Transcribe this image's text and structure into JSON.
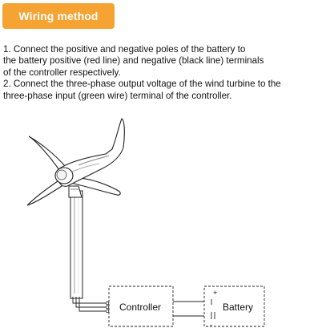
{
  "header": {
    "title": "Wiring method",
    "badge_color": "#f5a332"
  },
  "instructions": {
    "lines": [
      "1. Connect the positive and negative poles of the battery to",
      "the battery positive (red line) and negative (black line) terminals",
      "of the controller respectively.",
      "2. Connect the three-phase output voltage of the wind turbine to the",
      "three-phase input (green wire) terminal of the controller."
    ]
  },
  "diagram": {
    "controller_label": "Controller",
    "battery_label": "Battery",
    "battery_terminal_positive": "+",
    "battery_terminal_negative": "-"
  }
}
